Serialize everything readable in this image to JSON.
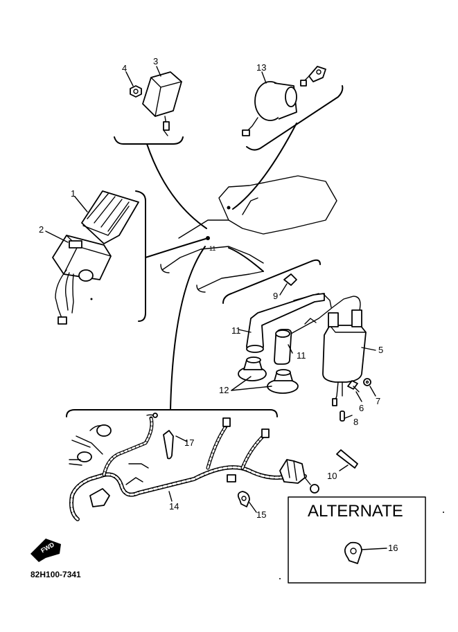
{
  "alternate_box": {
    "title": "ALTERNATE"
  },
  "drawing_code": "82H100-7341",
  "find_icon_label": "FWD",
  "callouts": {
    "c1": "1",
    "c2": "2",
    "c3": "3",
    "c4": "4",
    "c5": "5",
    "c6": "6",
    "c7": "7",
    "c8": "8",
    "c9": "9",
    "c10": "10",
    "c11a": "11",
    "c11b": "11",
    "c12": "12",
    "c13": "13",
    "c14": "14",
    "c15": "15",
    "c16": "16",
    "c17": "17"
  },
  "colors": {
    "ink": "#000000",
    "paper": "#ffffff"
  }
}
